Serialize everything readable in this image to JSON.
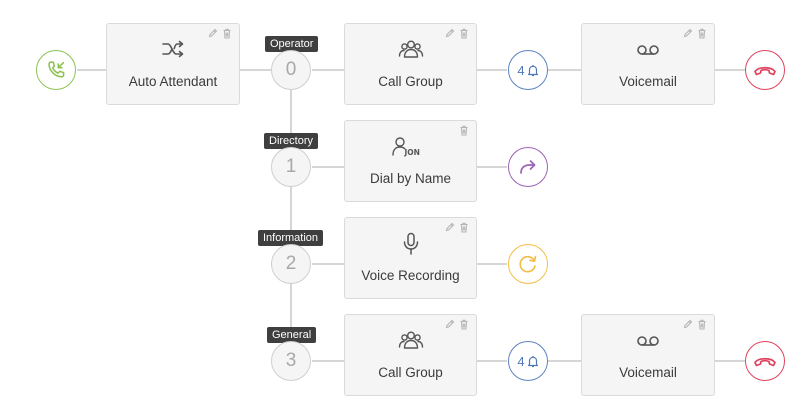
{
  "flow": {
    "nodes": {
      "auto_attendant": {
        "label": "Auto Attendant",
        "icon": "shuffle-icon"
      },
      "call_group_1": {
        "label": "Call Group",
        "icon": "group-icon"
      },
      "voicemail_1": {
        "label": "Voicemail",
        "icon": "voicemail-icon"
      },
      "dial_by_name": {
        "label": "Dial by Name",
        "icon": "dial-by-name-icon",
        "icon_text": "JON"
      },
      "voice_recording": {
        "label": "Voice Recording",
        "icon": "microphone-icon"
      },
      "call_group_2": {
        "label": "Call Group",
        "icon": "group-icon"
      },
      "voicemail_2": {
        "label": "Voicemail",
        "icon": "voicemail-icon"
      }
    },
    "menu_options": [
      {
        "key": "0",
        "tag": "Operator"
      },
      {
        "key": "1",
        "tag": "Directory"
      },
      {
        "key": "2",
        "tag": "Information"
      },
      {
        "key": "3",
        "tag": "General"
      }
    ],
    "ring_counts": [
      "4",
      "4"
    ],
    "actions": [
      "edit-icon",
      "delete-icon"
    ],
    "colors": {
      "incoming_call": "#8dc252",
      "hang_up": "#e0415c",
      "ring": "#5b83c0",
      "forward": "#9b62b5",
      "repeat": "#f4bc44",
      "tag_bg": "#3f3f3f",
      "node_bg": "#f5f5f5",
      "connector": "#c8c8c8"
    }
  }
}
